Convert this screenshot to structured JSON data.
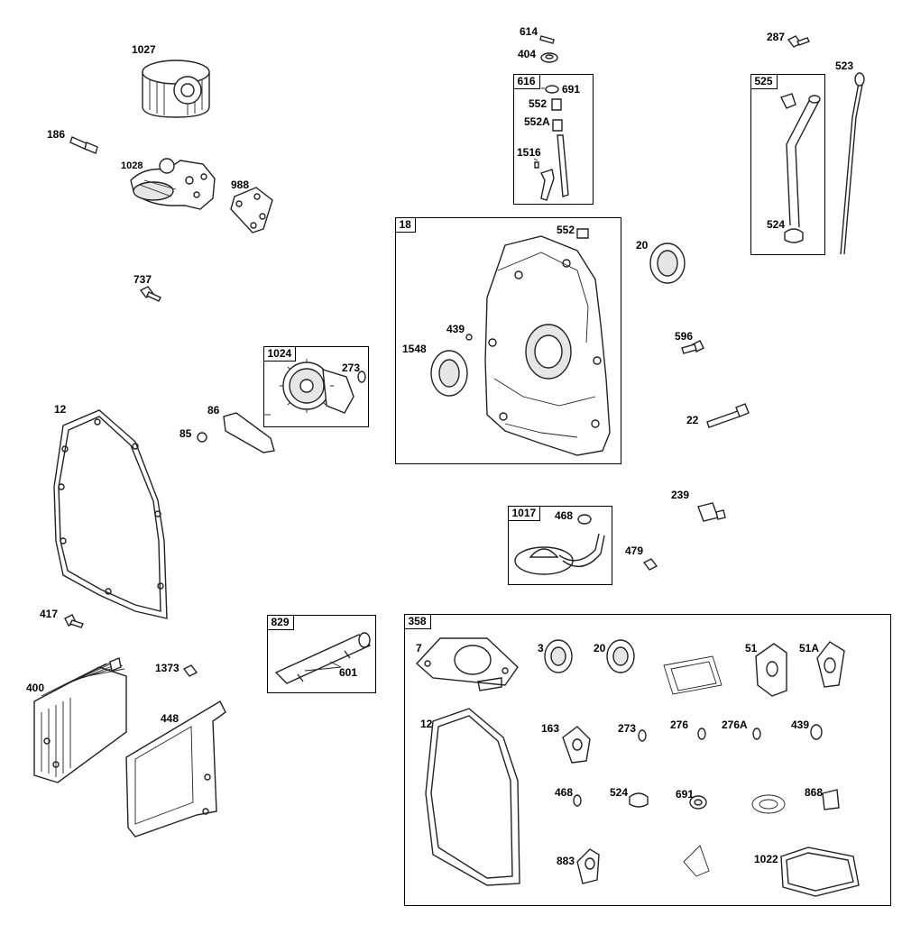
{
  "boxes": {
    "b616": "616",
    "b525": "525",
    "b18": "18",
    "b1024": "1024",
    "b1017": "1017",
    "b829": "829",
    "b358": "358"
  },
  "labels": {
    "l1027": "1027",
    "l186": "186",
    "l1028": "1028",
    "l988": "988",
    "l737": "737",
    "l273a": "273",
    "l86": "86",
    "l85": "85",
    "l12a": "12",
    "l614": "614",
    "l404": "404",
    "l691a": "691",
    "l552a": "552",
    "l552A": "552A",
    "l1516": "1516",
    "l552b": "552",
    "l439a": "439",
    "l1548": "1548",
    "l287": "287",
    "l523": "523",
    "l524a": "524",
    "l20a": "20",
    "l596": "596",
    "l22": "22",
    "l239": "239",
    "l468a": "468",
    "l479": "479",
    "l417": "417",
    "l1373": "1373",
    "l400": "400",
    "l448": "448",
    "l601": "601",
    "l7": "7",
    "l3": "3",
    "l20b": "20",
    "l51": "51",
    "l51A": "51A",
    "l12b": "12",
    "l163": "163",
    "l273b": "273",
    "l276": "276",
    "l276A": "276A",
    "l439b": "439",
    "l468b": "468",
    "l524b": "524",
    "l691b": "691",
    "l868": "868",
    "l883": "883",
    "l1022": "1022"
  }
}
